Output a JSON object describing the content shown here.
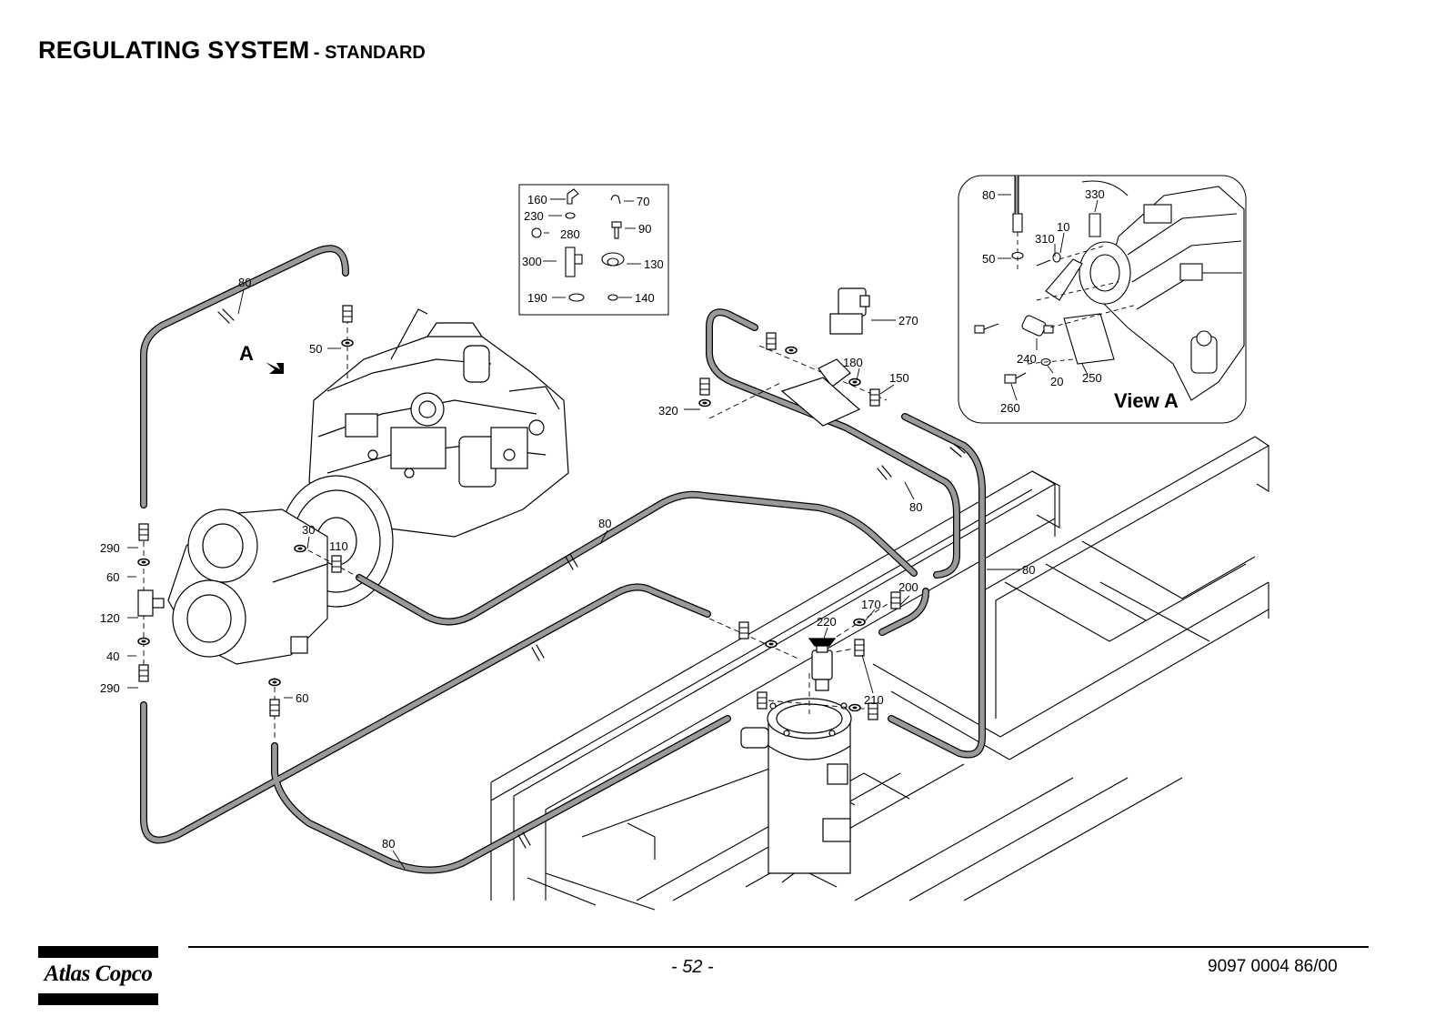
{
  "header": {
    "title": "REGULATING SYSTEM",
    "subtitle": "- STANDARD"
  },
  "legend_box": {
    "items": [
      "160",
      "230",
      "280",
      "300",
      "190",
      "70",
      "90",
      "130",
      "140"
    ]
  },
  "view_a": {
    "title": "View A",
    "labels": [
      "80",
      "330",
      "10",
      "310",
      "50",
      "240",
      "20",
      "250",
      "260"
    ]
  },
  "main": {
    "view_marker": "A",
    "labels": {
      "hose_top_left": "80",
      "fitting_50": "50",
      "solenoid": "270",
      "seal_180": "180",
      "fitting_150": "150",
      "bolt_320": "320",
      "hose_right_upper": "80",
      "hose_middle": "80",
      "fitting_30": "30",
      "fitting_110": "110",
      "fitting_290_top": "290",
      "seal_60_left": "60",
      "tee_120": "120",
      "seal_40": "40",
      "fitting_290_bottom": "290",
      "seal_60_bottom": "60",
      "fitting_200": "200",
      "seal_170": "170",
      "valve_220": "220",
      "fitting_210": "210",
      "hose_far_right": "80",
      "hose_bottom": "80"
    }
  },
  "footer": {
    "logo_text": "Atlas Copco",
    "page_number": "- 52 -",
    "document_number": "9097 0004 86/00"
  },
  "colors": {
    "ink": "#000000",
    "hose_fill": "#9a9a9a",
    "background": "#ffffff"
  }
}
